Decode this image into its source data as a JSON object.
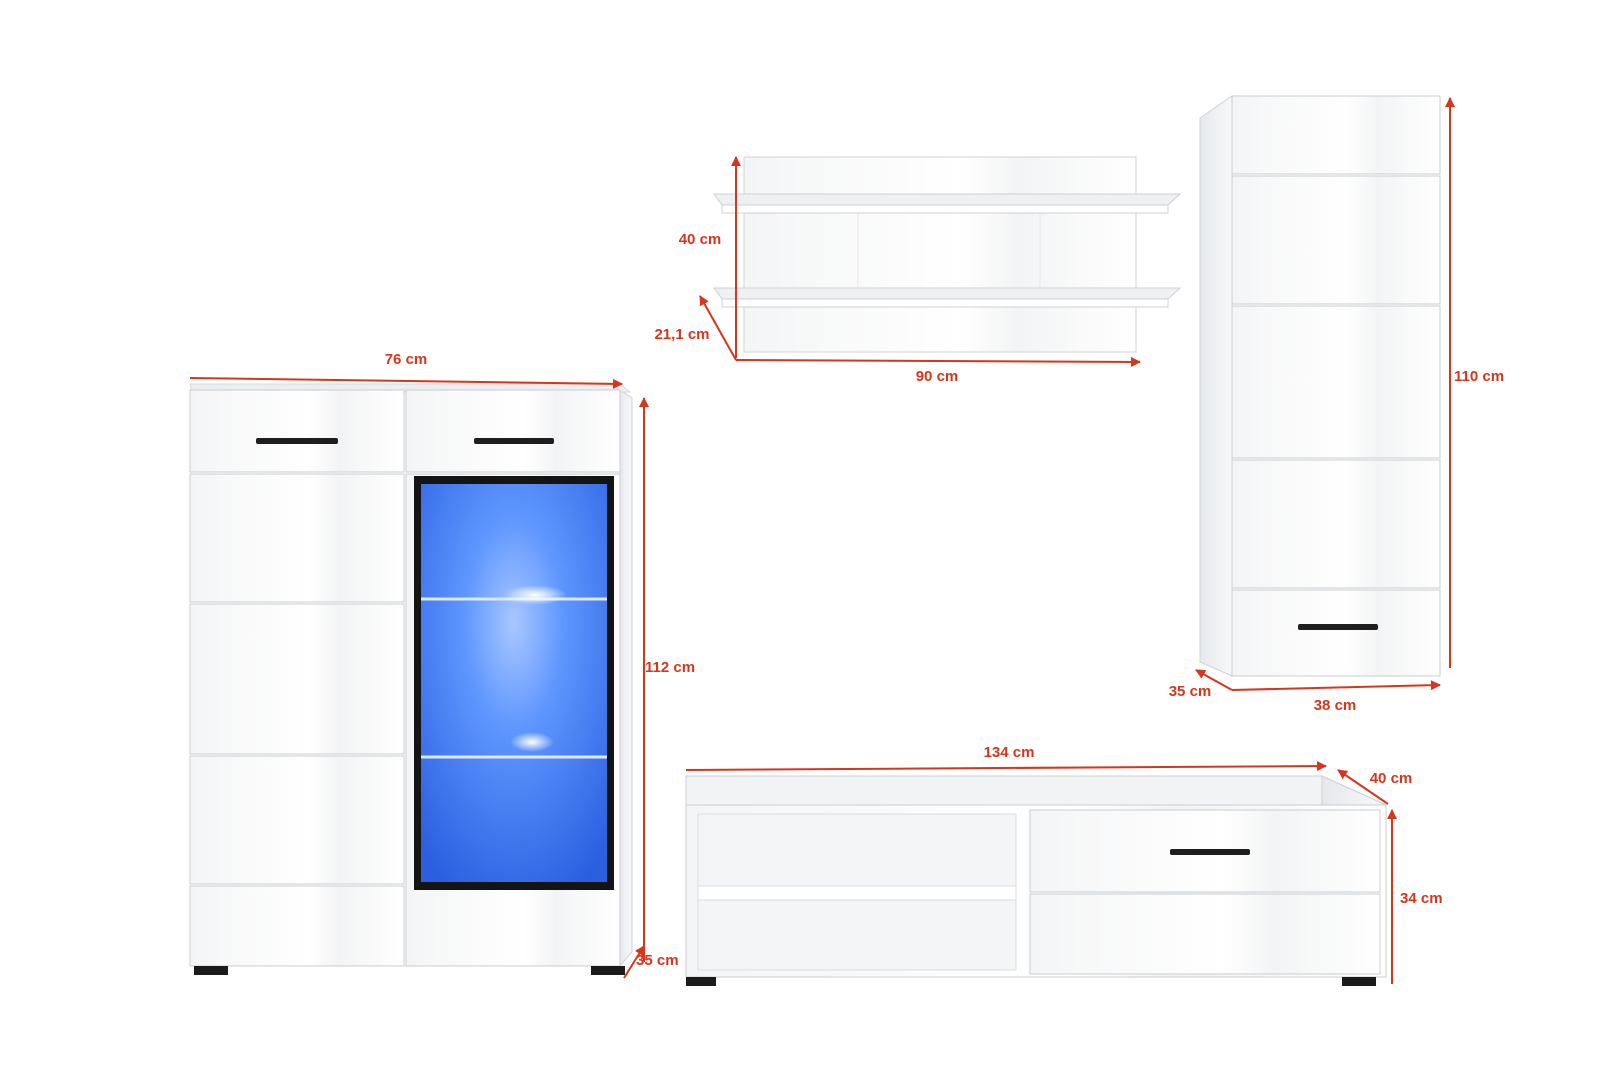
{
  "colors": {
    "dimension": "#d6361c",
    "panel": "#ffffff",
    "panel_edge": "#c9ced2",
    "panel_shade": "#eef0f2",
    "handle": "#1e1e1e",
    "glass_light": "#4a8bff"
  },
  "icons": {
    "arrowhead": "triangle-arrowhead-icon"
  },
  "vitrine": {
    "width_label": "76 cm",
    "height_label": "112 cm",
    "depth_label": "35 cm"
  },
  "wall_shelf": {
    "height_label": "40 cm",
    "depth_label": "21,1 cm",
    "width_label": "90 cm"
  },
  "tall_cabinet": {
    "height_label": "110 cm",
    "depth_label": "35 cm",
    "width_label": "38 cm"
  },
  "tv_stand": {
    "width_label": "134 cm",
    "depth_label": "40 cm",
    "height_label": "34 cm"
  }
}
